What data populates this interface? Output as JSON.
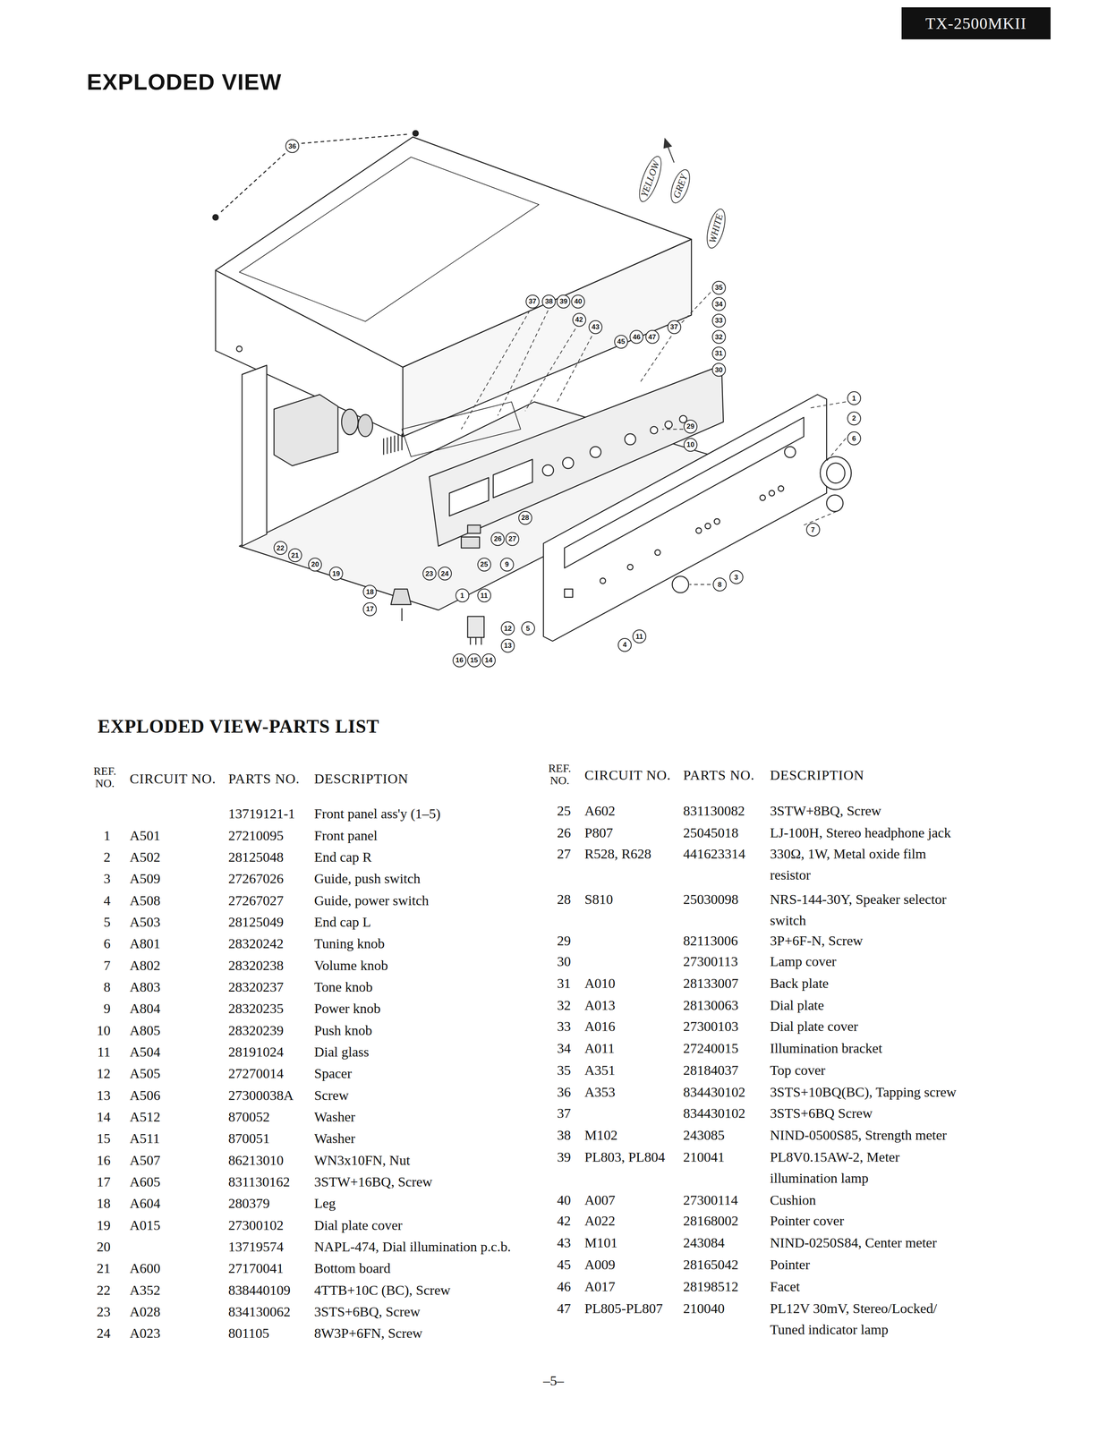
{
  "diagram": {
    "title": "EXPLODED VIEW",
    "nodes": [
      {
        "text": [
          "TX-2500MKII"
        ]
      }
    ],
    "labels": [
      "EXPLODED VIEW-PARTS LIST",
      "36",
      "37",
      "38",
      "39",
      "40",
      "42",
      "43",
      "45",
      "46",
      "47",
      "37",
      "35",
      "34",
      "33",
      "32",
      "31",
      "30",
      "1",
      "2",
      "6",
      "29",
      "10",
      "7",
      "28",
      "26",
      "27",
      "25",
      "9",
      "22",
      "21",
      "20",
      "19",
      "23",
      "24",
      "18",
      "17",
      "1",
      "11",
      "12",
      "5",
      "13",
      "16",
      "15",
      "14",
      "8",
      "3",
      "4",
      "11",
      "YELLOW",
      "GREY",
      "WHITE",
      "REF. NO.",
      "CIRCUIT NO.",
      "PARTS NO.",
      "DESCRIPTION",
      "13719121-1",
      "Front panel ass'y (1–5)",
      "1",
      "A501",
      "27210095",
      "Front panel",
      "2",
      "A502",
      "28125048",
      "End cap R",
      "3",
      "A509",
      "27267026",
      "Guide, push switch",
      "4",
      "A508",
      "27267027",
      "Guide, power switch",
      "5",
      "A503",
      "28125049",
      "End cap L",
      "6",
      "A801",
      "28320242",
      "Tuning knob",
      "7",
      "A802",
      "28320238",
      "Volume knob",
      "8",
      "A803",
      "28320237",
      "Tone knob",
      "9",
      "A804",
      "28320235",
      "Power knob",
      "10",
      "A805",
      "28320239",
      "Push knob",
      "11",
      "A504",
      "28191024",
      "Dial glass",
      "12",
      "A505",
      "27270014",
      "Spacer",
      "13",
      "A506",
      "27300038A",
      "Screw",
      "14",
      "A512",
      "870052",
      "Washer",
      "15",
      "A511",
      "870051",
      "Washer",
      "16",
      "A507",
      "86213010",
      "WN3x10FN, Nut",
      "17",
      "A605",
      "831130162",
      "3STW+16BQ, Screw",
      "18",
      "A604",
      "280379",
      "Leg",
      "19",
      "A015",
      "27300102",
      "Dial plate cover",
      "20",
      "13719574",
      "NAPL-474, Dial illumination p.c.b.",
      "21",
      "A600",
      "27170041",
      "Bottom board",
      "22",
      "A352",
      "838440109",
      "4TTB+10C (BC), Screw",
      "23",
      "A028",
      "834130062",
      "3STS+6BQ, Screw",
      "24",
      "A023",
      "801105",
      "8W3P+6FN, Screw",
      "REF. NO.",
      "CIRCUIT NO.",
      "PARTS NO.",
      "DESCRIPTION",
      "25",
      "A602",
      "831130082",
      "3STW+8BQ, Screw",
      "26",
      "P807",
      "25045018",
      "LJ-100H, Stereo headphone jack",
      "27",
      "R528, R628",
      "441623314",
      "330Ω, 1W, Metal oxide film resistor",
      "28",
      "S810",
      "25030098",
      "NRS-144-30Y, Speaker selector switch",
      "29",
      "82113006",
      "3P+6F-N, Screw",
      "30",
      "27300113",
      "Lamp cover",
      "31",
      "A010",
      "28133007",
      "Back plate",
      "32",
      "A013",
      "28130063",
      "Dial plate",
      "33",
      "A016",
      "27300103",
      "Dial plate cover",
      "34",
      "A011",
      "27240015",
      "Illumination bracket",
      "35",
      "A351",
      "28184037",
      "Top cover",
      "36",
      "A353",
      "834430102",
      "3STS+10BQ(BC), Tapping screw",
      "37",
      "834430102",
      "3STS+6BQ Screw",
      "38",
      "M102",
      "243085",
      "NIND-0500S85, Strength meter",
      "39",
      "PL803, PL804",
      "210041",
      "PL8V0.15AW-2, Meter illumination lamp",
      "40",
      "A007",
      "27300114",
      "Cushion",
      "42",
      "A022",
      "28168002",
      "Pointer cover",
      "43",
      "M101",
      "243084",
      "NIND-0250S84, Center meter",
      "45",
      "A009",
      "28165042",
      "Pointer",
      "46",
      "A017",
      "28198512",
      "Facet",
      "47",
      "PL805-PL807",
      "210040",
      "PL12V 30mV, Stereo/Locked/ Tuned indicator lamp",
      "–5–"
    ]
  }
}
